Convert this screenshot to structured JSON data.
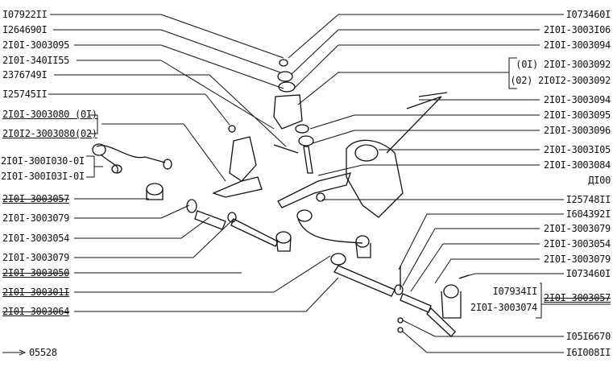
{
  "left_labels": [
    "I07922II",
    "I264690I",
    "2I0I-3003095",
    "2I0I-340II55",
    "2376749I",
    "I25745II",
    "2I0I-3003080 (0I)",
    "2I0I2-3003080(02)",
    "2I0I-300I030-0I",
    "2I0I-300I03I-0I",
    "2I0I-3003057",
    "2I0I-3003079",
    "2I0I-3003054",
    "2I0I-3003079",
    "2I0I-3003050",
    "2I0I-300301I",
    "2I0I-3003064"
  ],
  "right_labels": [
    "I073460I",
    "2I0I-3003I06",
    "2I0I-3003094",
    "(0I)  2I0I-3003092",
    "(02) 2I0I2-3003092",
    "2I0I-3003094",
    "2I0I-3003095",
    "2I0I-3003096",
    "2I0I-3003I05",
    "2I0I-3003084",
    "ДI00",
    "I25748II",
    "I604392I",
    "2I0I-3003079",
    "2I0I-3003054",
    "2I0I-3003079",
    "I073460I",
    "I07934II",
    "2I0I-3003074",
    "2I0I-3003057",
    "I05I6670",
    "I6I008II"
  ],
  "footer": {
    "arrow_label": "05528"
  }
}
